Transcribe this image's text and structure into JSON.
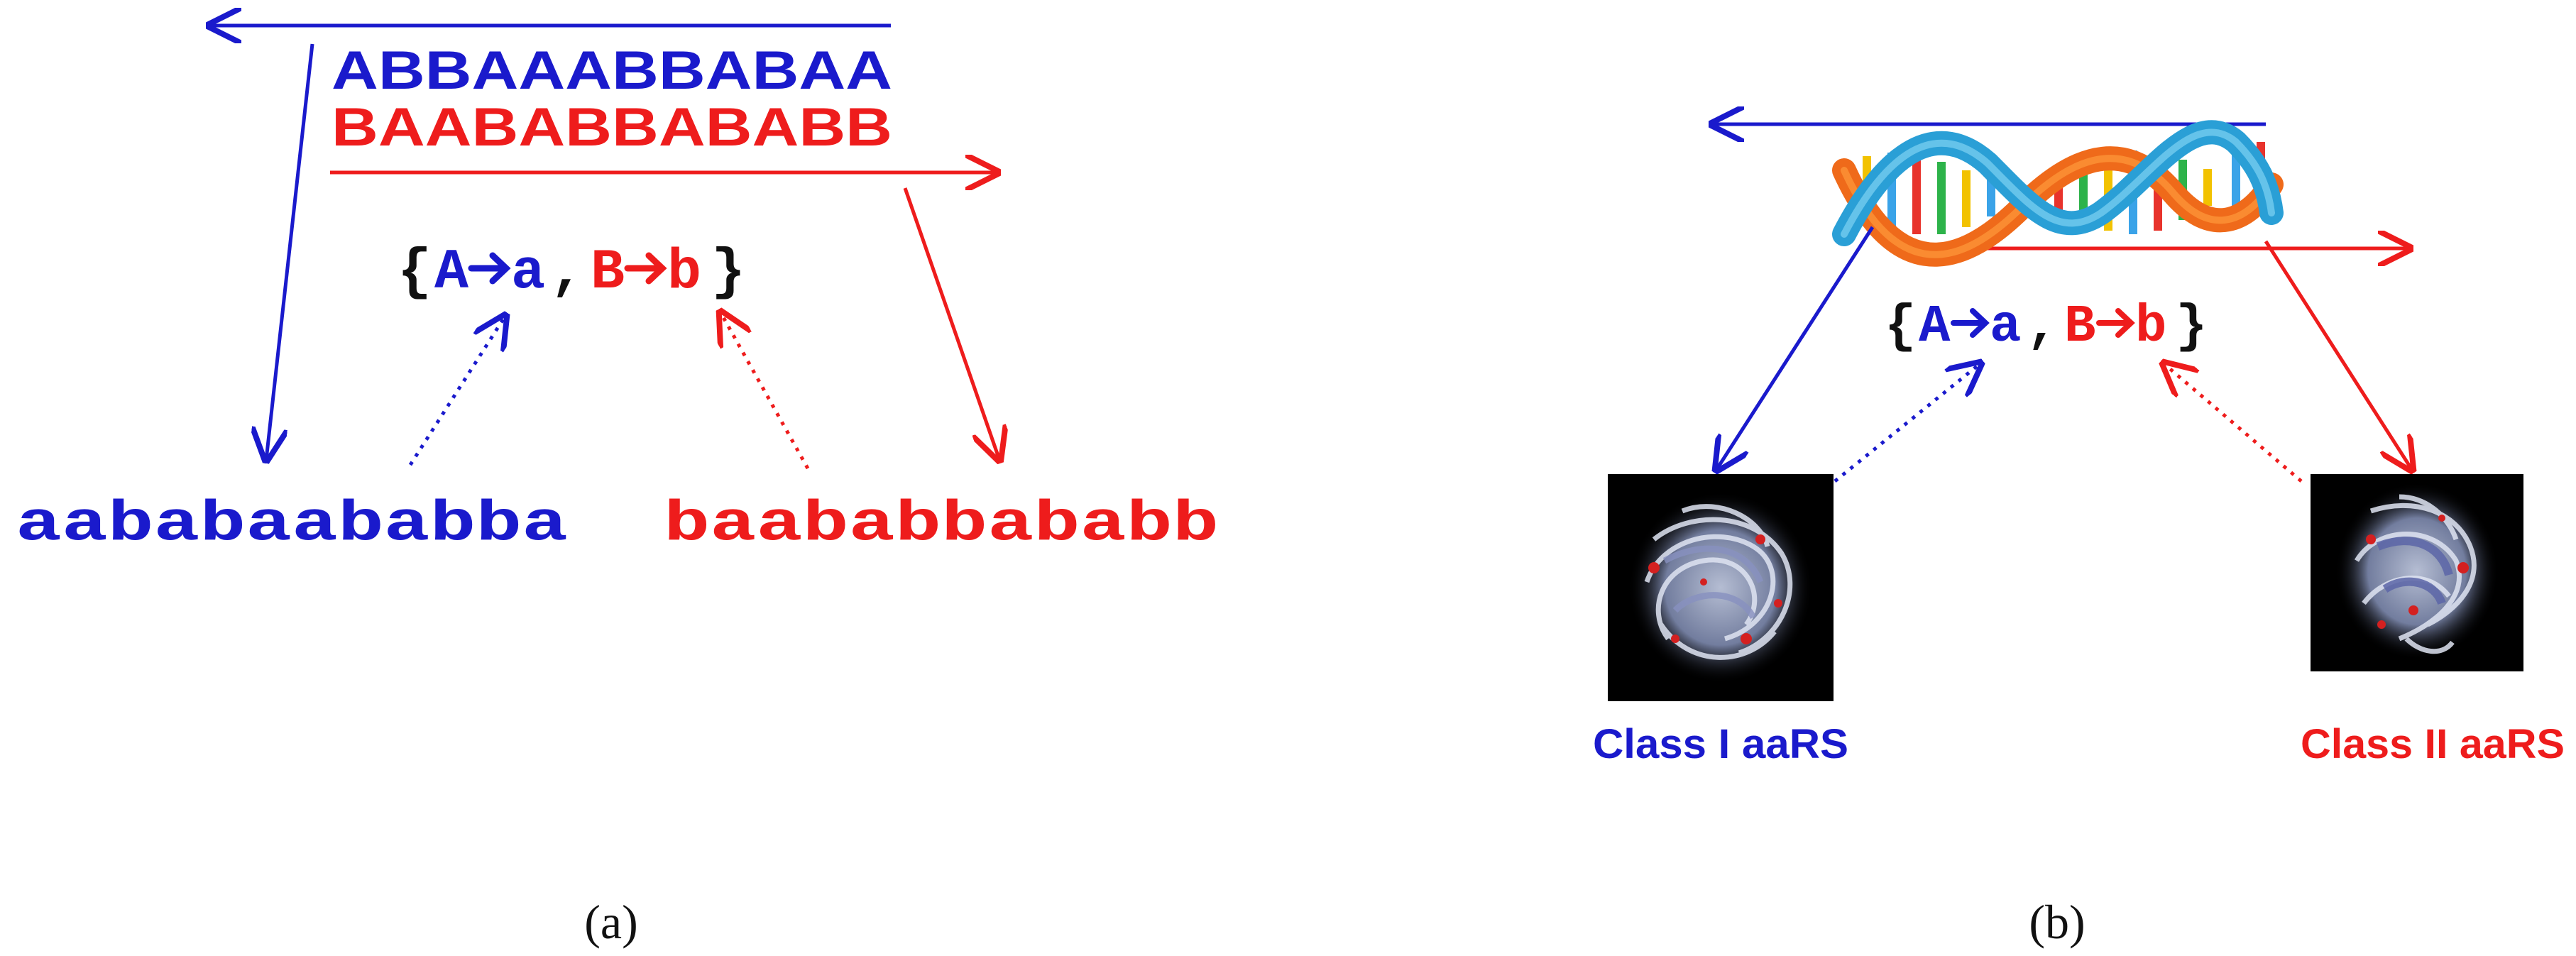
{
  "colors": {
    "blue": "#1a1acc",
    "red": "#ee1c1c",
    "black": "#111111"
  },
  "panel_a": {
    "seq_top_blue": "ABBAAABBABAA",
    "seq_top_red": "BAABABBABABB",
    "rule": {
      "open": "{",
      "a_left": "A",
      "a_right": "a",
      "comma": ",",
      "b_left": "B",
      "b_right": "b",
      "close": "}"
    },
    "seq_bottom_blue": "aababaababba",
    "seq_bottom_red": "baababbababb",
    "label": "(a)"
  },
  "panel_b": {
    "rule": {
      "open": "{",
      "a_left": "A",
      "a_right": "a",
      "comma": ",",
      "b_left": "B",
      "b_right": "b",
      "close": "}"
    },
    "class1": "Class I aaRS",
    "class2": "Class II aaRS",
    "label": "(b)"
  },
  "icons": {
    "dna": "dna-double-helix-icon",
    "protein1": "class-i-protein-structure-icon",
    "protein2": "class-ii-protein-structure-icon"
  }
}
